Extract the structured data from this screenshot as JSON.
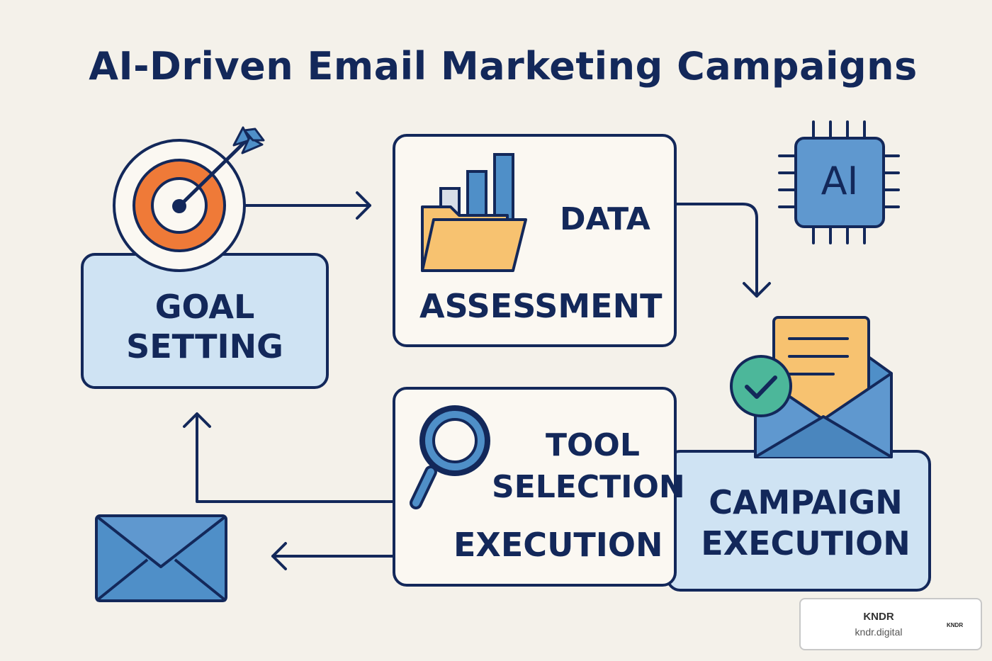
{
  "title": "AI-Driven Email Marketing Campaigns",
  "steps": {
    "goal": {
      "line1": "GOAL",
      "line2": "SETTING"
    },
    "data": {
      "line1": "DATA",
      "line2": "ASSESSMENT"
    },
    "tool": {
      "line1": "TOOL",
      "line2": "SELECTION",
      "line3": "EXECUTION"
    },
    "campaign": {
      "line1": "CAMPAIGN",
      "line2": "EXECUTION"
    }
  },
  "ai_chip": {
    "label": "AI"
  },
  "brand": {
    "name": "KNDR",
    "url": "kndr.digital",
    "logo": "KNDR"
  },
  "colors": {
    "navy": "#13285a",
    "light_blue": "#cfe3f3",
    "mid_blue": "#4f8fc8",
    "orange": "#ef7a38",
    "yellow": "#f7c270",
    "green": "#4cb79a",
    "background": "#f4f1ea"
  },
  "icons": [
    "target-icon",
    "folder-chart-icon",
    "ai-chip-icon",
    "magnifier-icon",
    "open-envelope-icon",
    "checkmark-icon",
    "envelope-icon"
  ]
}
